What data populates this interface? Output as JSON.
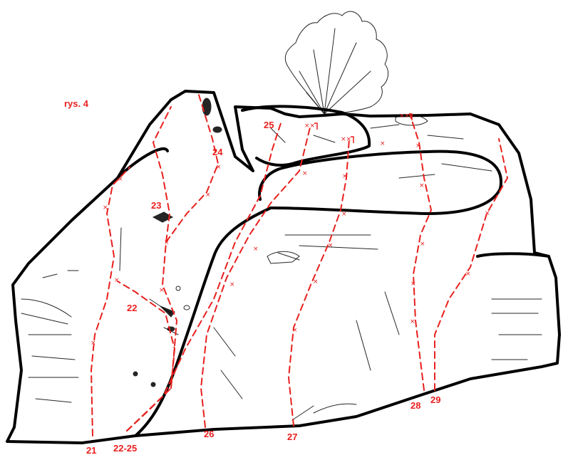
{
  "figure_label": "rys. 4",
  "colors": {
    "route": "#e8201e",
    "outline": "#000000"
  },
  "routes": [
    {
      "label": "21",
      "bolts": 4
    },
    {
      "label": "22",
      "bolts": 0
    },
    {
      "label": "23",
      "bolts": 2
    },
    {
      "label": "24",
      "bolts": 2
    },
    {
      "label": "25",
      "bolts": 0
    },
    {
      "label": "26",
      "bolts": 3
    },
    {
      "label": "27",
      "bolts": 6
    },
    {
      "label": "28",
      "bolts": 5
    },
    {
      "label": "29",
      "bolts": 2
    }
  ],
  "bottom_labels": [
    "21",
    "22-25",
    "26",
    "27",
    "28",
    "29"
  ],
  "anchor_mark": "××",
  "bolt_mark": "×"
}
